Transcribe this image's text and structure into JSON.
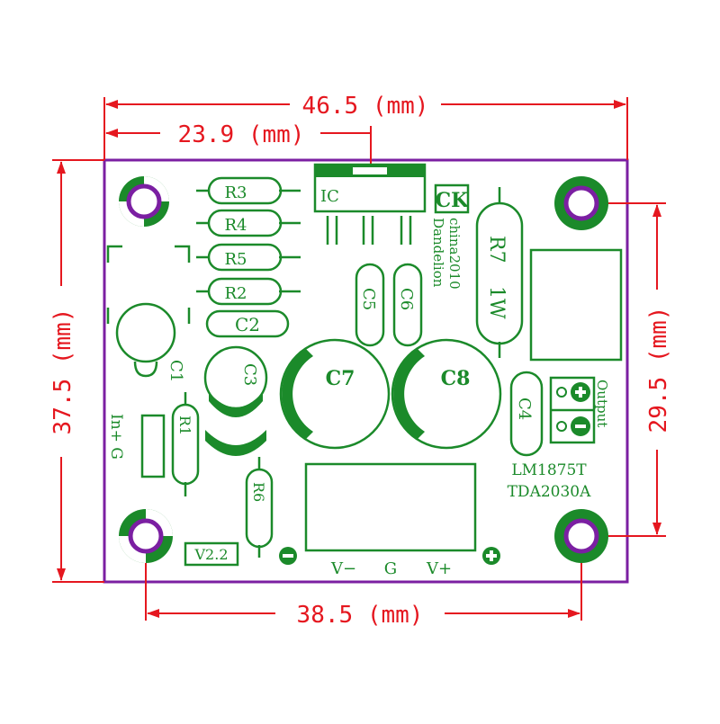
{
  "dimensions": {
    "board_width": "46.5 (mm)",
    "ic_offset": "23.9 (mm)",
    "board_height": "37.5 (mm)",
    "hole_spacing_vertical": "29.5 (mm)",
    "hole_spacing_horizontal": "38.5 (mm)"
  },
  "components": {
    "r3": "R3",
    "r4": "R4",
    "r5": "R5",
    "r2": "R2",
    "c2": "C2",
    "ic": "IC",
    "ck_logo": "CK",
    "brand_line1": "china2010",
    "brand_line2": "Dandelion",
    "r7": "R7",
    "r7_power": "1W",
    "c5": "C5",
    "c6": "C6",
    "c1": "C1",
    "c3": "C3",
    "c7": "C7",
    "c8": "C8",
    "c4": "C4",
    "r1": "R1",
    "r6": "R6",
    "input_label": "In+ G",
    "output_label": "Output",
    "chip_line1": "LM1875T",
    "chip_line2": "TDA2030A",
    "power_v_minus": "V−",
    "power_g": "G",
    "power_v_plus": "V+",
    "version": "V2.2"
  },
  "colors": {
    "board_outline": "#7b1fa2",
    "silkscreen": "#1b8a2a",
    "dimension": "#e5171f",
    "hole": "#7b1fa2"
  }
}
